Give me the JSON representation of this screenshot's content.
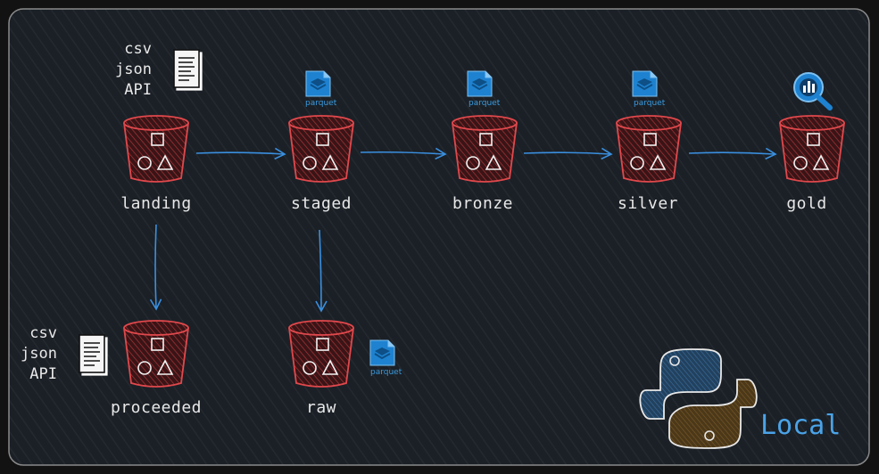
{
  "buckets": [
    {
      "id": "landing",
      "label": "landing"
    },
    {
      "id": "staged",
      "label": "staged"
    },
    {
      "id": "bronze",
      "label": "bronze"
    },
    {
      "id": "silver",
      "label": "silver"
    },
    {
      "id": "gold",
      "label": "gold"
    },
    {
      "id": "proceeded",
      "label": "proceeded"
    },
    {
      "id": "raw",
      "label": "raw"
    }
  ],
  "sources_top": [
    "csv",
    "json",
    "API"
  ],
  "sources_bottom": [
    "csv",
    "json",
    "API"
  ],
  "parquet_label": "parquet",
  "footer": {
    "label": "Local"
  },
  "colors": {
    "background": "#121212",
    "panel": "#1b2026",
    "bucket_stroke": "#e0484c",
    "arrow": "#3a8fdf",
    "text": "#e8e8e8",
    "python_blue": "#2c4f73",
    "python_brown": "#5b4522",
    "local_text": "#4aa3e8"
  }
}
